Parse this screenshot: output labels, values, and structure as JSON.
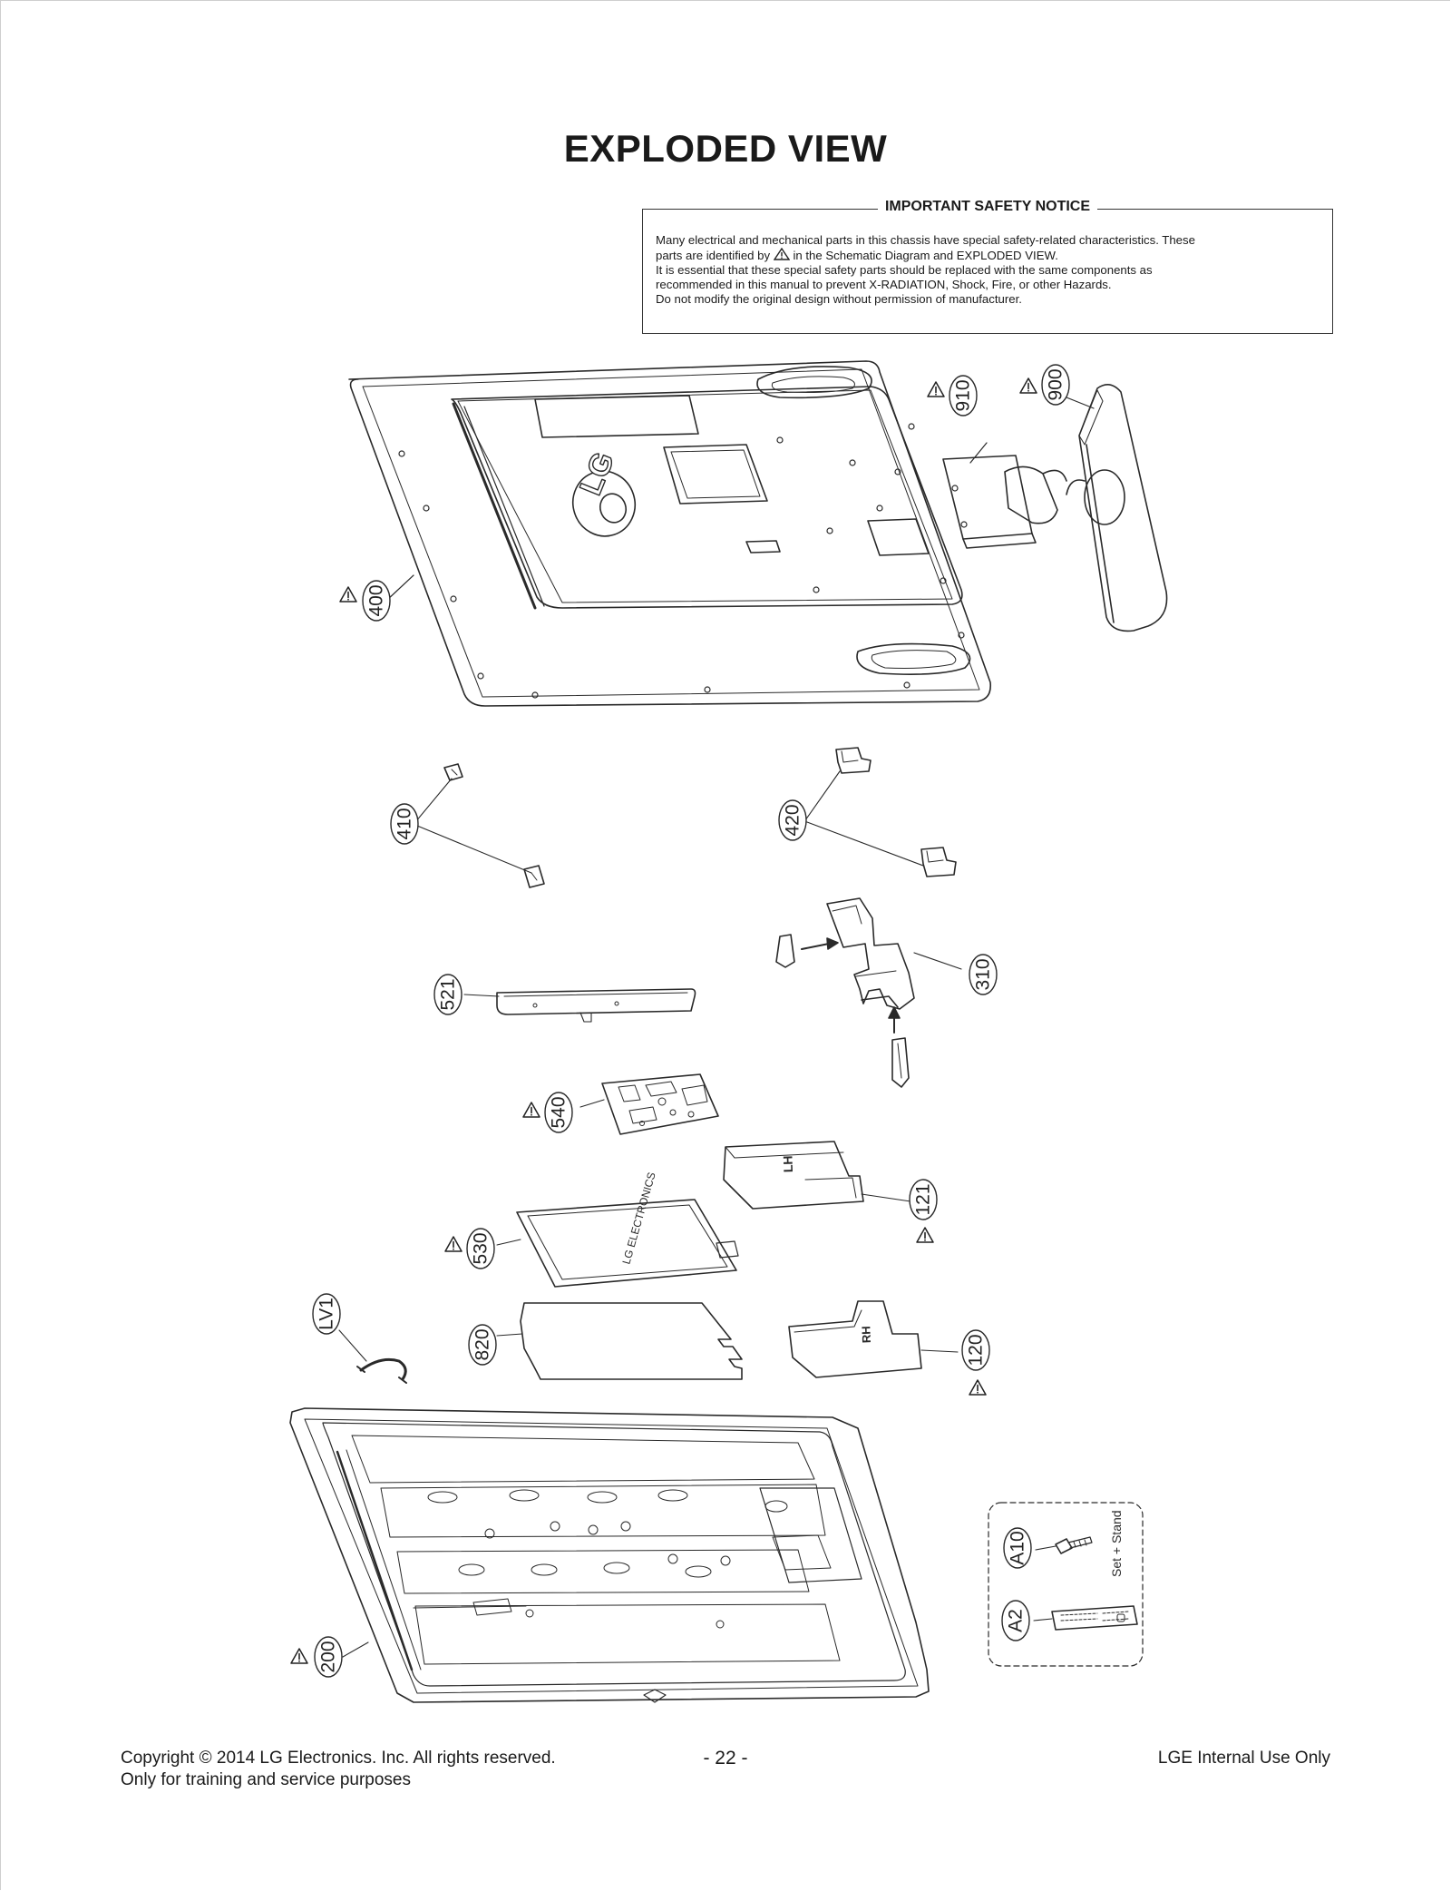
{
  "page": {
    "title": "EXPLODED VIEW",
    "page_number": "- 22 -"
  },
  "notice": {
    "heading": "IMPORTANT SAFETY NOTICE",
    "line1": "Many electrical and mechanical parts in this chassis have special safety-related characteristics. These",
    "line2a": "parts are identified by",
    "line2b": "in the Schematic Diagram and EXPLODED VIEW.",
    "line3": "It is essential that these special safety parts should be replaced with the same components as",
    "line4": "recommended in this manual to prevent X-RADIATION, Shock, Fire, or other Hazards.",
    "line5": "Do not modify the original design without permission of manufacturer."
  },
  "parts": {
    "p400": "400",
    "p910": "910",
    "p900": "900",
    "p410": "410",
    "p420": "420",
    "p521": "521",
    "p310": "310",
    "p540": "540",
    "p121": "121",
    "p530": "530",
    "pLV1": "LV1",
    "p820": "820",
    "p120": "120",
    "p200": "200",
    "pA10": "A10",
    "pA2": "A2"
  },
  "accessory_box": {
    "label": "Set + Stand"
  },
  "logo": {
    "text": "LG"
  },
  "footer": {
    "copyright": "Copyright  © 2014 LG Electronics. Inc. All rights reserved.",
    "training": "Only for training and service purposes",
    "internal": "LGE Internal Use Only"
  }
}
